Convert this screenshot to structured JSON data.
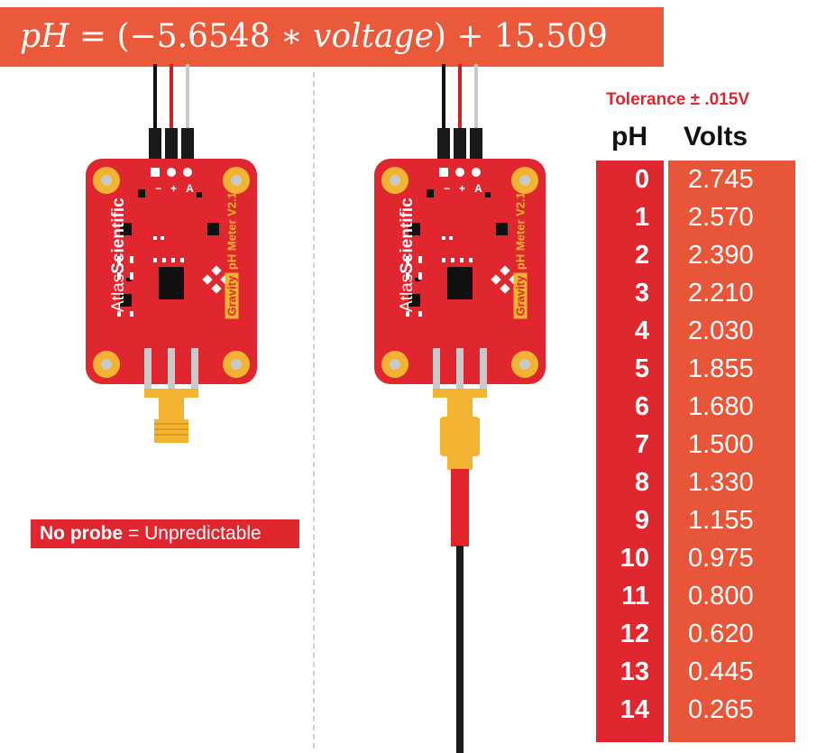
{
  "formula": {
    "ph": "pH",
    "eq": " = (−5.6548 ∗ ",
    "voltage": "voltage",
    "tail": ") + 15.509"
  },
  "board": {
    "brand_a": "Atlas",
    "brand_b": "Scientific",
    "gravity": "Gravity",
    "model": "pH Meter V2.1",
    "pin_minus": "−",
    "pin_plus": "+",
    "pin_a": "A"
  },
  "no_probe": {
    "label": "No probe",
    "rest": " = Unpredictable"
  },
  "table": {
    "tolerance": "Tolerance ± .015V",
    "col_ph": "pH",
    "col_volts": "Volts",
    "rows": [
      {
        "ph": "0",
        "volts": "2.745"
      },
      {
        "ph": "1",
        "volts": "2.570"
      },
      {
        "ph": "2",
        "volts": "2.390"
      },
      {
        "ph": "3",
        "volts": "2.210"
      },
      {
        "ph": "4",
        "volts": "2.030"
      },
      {
        "ph": "5",
        "volts": "1.855"
      },
      {
        "ph": "6",
        "volts": "1.680"
      },
      {
        "ph": "7",
        "volts": "1.500"
      },
      {
        "ph": "8",
        "volts": "1.330"
      },
      {
        "ph": "9",
        "volts": "1.155"
      },
      {
        "ph": "10",
        "volts": "0.975"
      },
      {
        "ph": "11",
        "volts": "0.800"
      },
      {
        "ph": "12",
        "volts": "0.620"
      },
      {
        "ph": "13",
        "volts": "0.445"
      },
      {
        "ph": "14",
        "volts": "0.265"
      }
    ]
  },
  "colors": {
    "red": "#e0262f",
    "orange": "#ea5a3a",
    "gold": "#f2b430",
    "probe_red": "#e2252b"
  }
}
